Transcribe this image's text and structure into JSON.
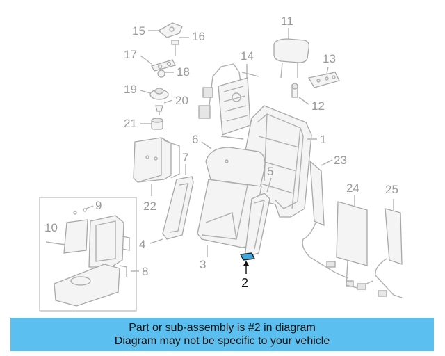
{
  "callouts": {
    "c1": "1",
    "c2": "2",
    "c3": "3",
    "c4": "4",
    "c5": "5",
    "c6": "6",
    "c7": "7",
    "c8": "8",
    "c9": "9",
    "c10": "10",
    "c11": "11",
    "c12": "12",
    "c13": "13",
    "c14": "14",
    "c15": "15",
    "c16": "16",
    "c17": "17",
    "c18": "18",
    "c19": "19",
    "c20": "20",
    "c21": "21",
    "c22": "22",
    "c23": "23",
    "c24": "24",
    "c25": "25"
  },
  "highlight_part": "2",
  "banner": {
    "line1": "Part or sub-assembly is #2 in diagram",
    "line2": "Diagram may not be specific to your vehicle",
    "color": "#5bc0f0"
  },
  "colors": {
    "lines": "#b0b0b0",
    "labels": "#9a9a9a",
    "highlight": "#111111",
    "accent_part": "#3da9e0"
  }
}
